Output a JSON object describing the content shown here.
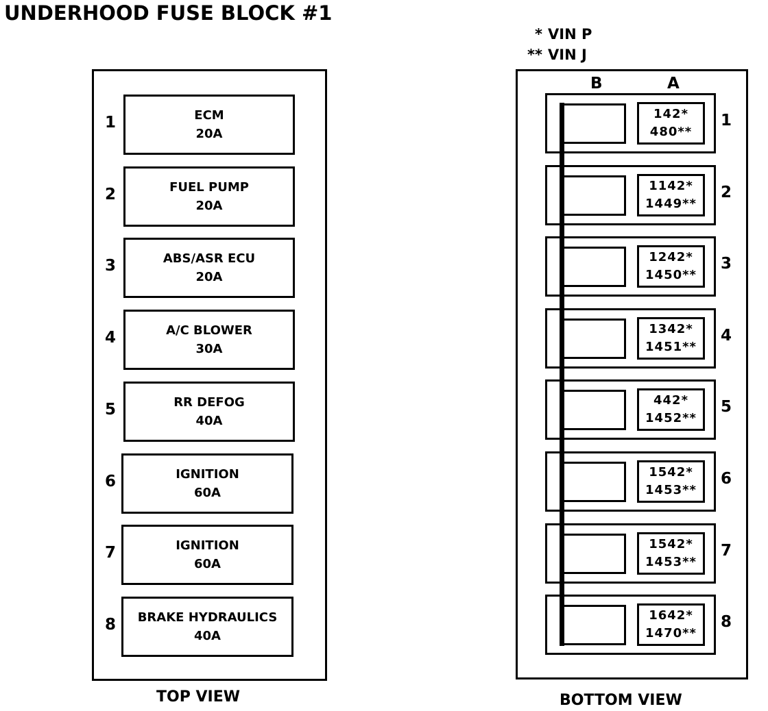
{
  "title": "UNDERHOOD FUSE BLOCK #1",
  "legend": [
    {
      "symbol": "*",
      "label": "VIN P"
    },
    {
      "symbol": "**",
      "label": "VIN J"
    }
  ],
  "top_view": {
    "label": "TOP VIEW",
    "fuses": [
      {
        "num": "1",
        "name": "ECM",
        "rating": "20A"
      },
      {
        "num": "2",
        "name": "FUEL PUMP",
        "rating": "20A"
      },
      {
        "num": "3",
        "name": "ABS/ASR ECU",
        "rating": "20A"
      },
      {
        "num": "4",
        "name": "A/C BLOWER",
        "rating": "30A"
      },
      {
        "num": "5",
        "name": "RR DEFOG",
        "rating": "40A"
      },
      {
        "num": "6",
        "name": "IGNITION",
        "rating": "60A"
      },
      {
        "num": "7",
        "name": "IGNITION",
        "rating": "60A"
      },
      {
        "num": "8",
        "name": "BRAKE HYDRAULICS",
        "rating": "40A"
      }
    ]
  },
  "bottom_view": {
    "label": "BOTTOM VIEW",
    "columns": {
      "b": "B",
      "a": "A"
    },
    "slots": [
      {
        "num": "1",
        "vin_p": "142*",
        "vin_j": "480**"
      },
      {
        "num": "2",
        "vin_p": "1142*",
        "vin_j": "1449**"
      },
      {
        "num": "3",
        "vin_p": "1242*",
        "vin_j": "1450**"
      },
      {
        "num": "4",
        "vin_p": "1342*",
        "vin_j": "1451**"
      },
      {
        "num": "5",
        "vin_p": "442*",
        "vin_j": "1452**"
      },
      {
        "num": "6",
        "vin_p": "1542*",
        "vin_j": "1453**"
      },
      {
        "num": "7",
        "vin_p": "1542*",
        "vin_j": "1453**"
      },
      {
        "num": "8",
        "vin_p": "1642*",
        "vin_j": "1470**"
      }
    ]
  }
}
